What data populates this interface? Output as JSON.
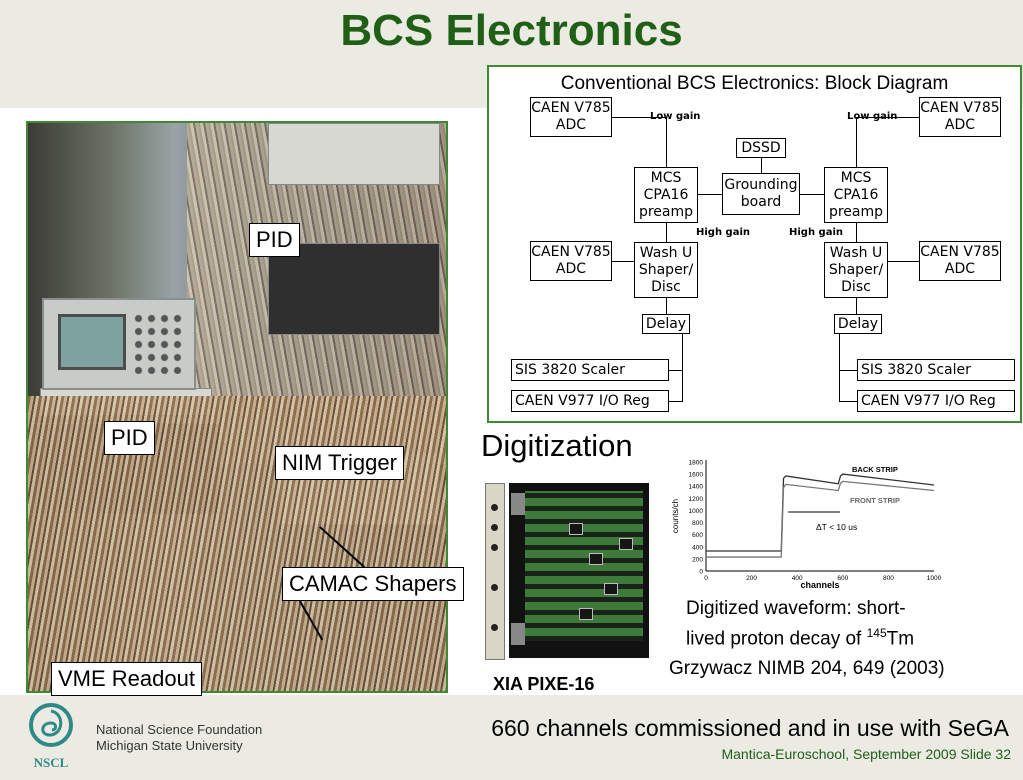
{
  "slide": {
    "title": "BCS Electronics",
    "footer_main": "660 channels commissioned and in use with SeGA",
    "footer_credit": "Mantica-Euroschool, September 2009 Slide 32",
    "org_lines": [
      "National Science Foundation",
      "Michigan State University"
    ],
    "logo_text": "NSCL"
  },
  "photo": {
    "labels": {
      "pid_top": "PID",
      "pid_left": "PID",
      "nim_trigger": "NIM Trigger",
      "camac_shapers": "CAMAC Shapers",
      "vme_readout": "VME Readout"
    }
  },
  "diagram": {
    "title": "Conventional BCS Electronics:  Block Diagram",
    "adc_label": [
      "CAEN V785",
      "ADC"
    ],
    "mcs_label": [
      "MCS",
      "CPA16",
      "preamp"
    ],
    "shaper_label": [
      "Wash U",
      "Shaper/",
      "Disc"
    ],
    "dssd": "DSSD",
    "grounding": [
      "Grounding",
      "board"
    ],
    "delay": "Delay",
    "scaler": "SIS 3820 Scaler",
    "io_reg": "CAEN V977 I/O Reg",
    "low_gain": "Low gain",
    "high_gain": "High gain"
  },
  "digitization": {
    "heading": "Digitization",
    "card_name": "XIA PIXE-16",
    "caption_line1": "Digitized waveform:  short-",
    "caption_line2_prefix": "lived proton decay of ",
    "caption_sup": "145",
    "caption_element": "Tm",
    "reference": "Grzywacz NIMB 204, 649 (2003)"
  },
  "chart_data": {
    "type": "line",
    "xlabel": "channels",
    "ylabel": "counts/ch",
    "xlim": [
      0,
      1000
    ],
    "ylim": [
      0,
      1800
    ],
    "x_ticks": [
      "0",
      "200",
      "400",
      "600",
      "800",
      "1000"
    ],
    "y_ticks": [
      "0",
      "200",
      "400",
      "600",
      "800",
      "1000",
      "1200",
      "1400",
      "1600",
      "1800"
    ],
    "annotation": "ΔT < 10 us",
    "series": [
      {
        "name": "BACK STRIP",
        "points": [
          [
            0,
            330
          ],
          [
            330,
            330
          ],
          [
            340,
            1530
          ],
          [
            350,
            1570
          ],
          [
            580,
            1440
          ],
          [
            590,
            1570
          ],
          [
            600,
            1600
          ],
          [
            1000,
            1420
          ]
        ]
      },
      {
        "name": "FRONT STRIP",
        "points": [
          [
            0,
            230
          ],
          [
            330,
            230
          ],
          [
            340,
            1380
          ],
          [
            350,
            1430
          ],
          [
            580,
            1330
          ],
          [
            590,
            1450
          ],
          [
            600,
            1480
          ],
          [
            1000,
            1330
          ]
        ]
      }
    ]
  }
}
